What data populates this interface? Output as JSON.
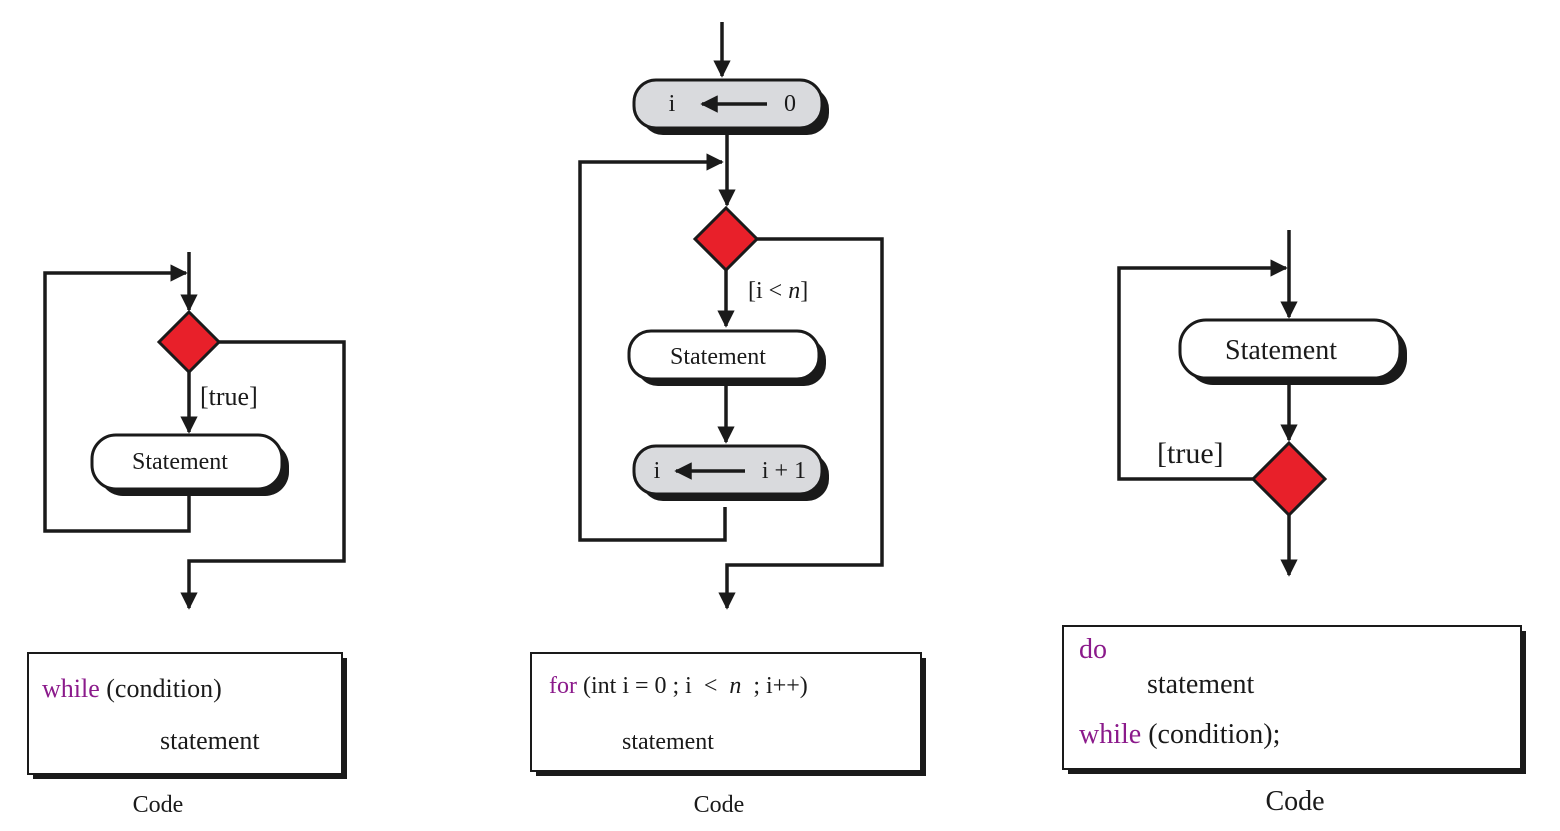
{
  "colors": {
    "keyword": "#8b1a8b",
    "diamond": "#e8202a",
    "gray_box": "#d9dadd",
    "line": "#1a1a1a"
  },
  "while_loop": {
    "guard_label": "[true]",
    "statement_label": "Statement",
    "code": {
      "keyword": "while",
      "condition": " (condition)",
      "body": "statement"
    },
    "caption": "Code"
  },
  "for_loop": {
    "init_var": "i",
    "init_value": "0",
    "guard_open": "[i < ",
    "guard_var": "n",
    "guard_close": "]",
    "statement_label": "Statement",
    "update_var": "i",
    "update_value": "i + 1",
    "code": {
      "keyword": "for",
      "header_part1": " (int i = 0 ; i  <  ",
      "header_var": "n",
      "header_part2": "  ; i++)",
      "body": "statement"
    },
    "caption": "Code"
  },
  "do_while_loop": {
    "statement_label": "Statement",
    "guard_label": "[true]",
    "code": {
      "keyword_do": "do",
      "body": "statement",
      "keyword_while": "while",
      "condition": " (condition);"
    },
    "caption": "Code"
  }
}
